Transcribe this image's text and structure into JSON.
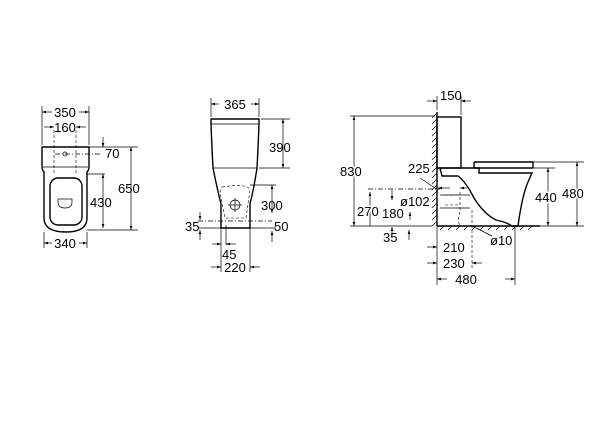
{
  "top_view": {
    "dims": {
      "overall_width": "350",
      "inlet_spacing": "160",
      "inlet_offset": "70",
      "overall_length": "650",
      "seat_length": "430",
      "bowl_width": "340"
    }
  },
  "front_view": {
    "dims": {
      "tank_width": "365",
      "tank_height": "390",
      "outlet_height": "300",
      "outlet_floor": "50",
      "base_offset": "35",
      "outlet_offset": "45",
      "base_width": "220"
    }
  },
  "side_view": {
    "dims": {
      "tank_depth": "150",
      "overall_height": "830",
      "inlet_distance": "225",
      "outlet_diameter": "ø102",
      "inlet_height": "270",
      "outlet_center_height": "180",
      "outlet_low": "35",
      "seat_height": "440",
      "seat_top_height": "480",
      "fixing_diameter": "ø10",
      "fixing_distance_1": "210",
      "fixing_distance_2": "230",
      "overall_depth": "480"
    }
  }
}
